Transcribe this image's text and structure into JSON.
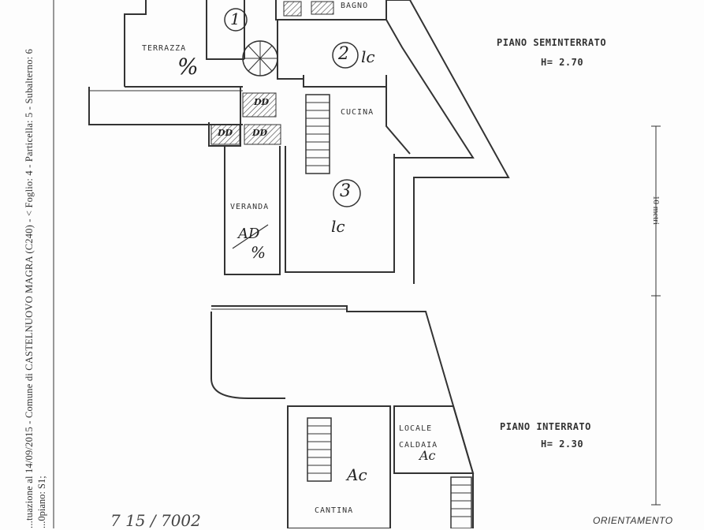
{
  "margin_line_1": "...tuazione al 14/09/2015 - Comune di CASTELNUOVO MAGRA (C240) - < Foglio: 4 - Particella: 5 - Subalterno: 6",
  "margin_line_2": "...0piano: S1;",
  "scale_label": "10 metri",
  "floors": {
    "semi": {
      "title": "PIANO SEMINTERRATO",
      "height": "H= 2.70"
    },
    "under": {
      "title": "PIANO INTERRATO",
      "height": "H= 2.30"
    }
  },
  "rooms": {
    "terrazza": "TERRAZZA",
    "bagno": "BAGNO",
    "cucina": "CUCINA",
    "veranda": "VERANDA",
    "cantina": "CANTINA",
    "locale": "LOCALE",
    "caldaia": "CALDAIA"
  },
  "annotations": {
    "n1": "1",
    "n2": "2",
    "n3": "3",
    "lc2": "lc",
    "lc3": "lc",
    "terrazza_mark": "%",
    "veranda_mark": "AD",
    "veranda_mark2": "%",
    "cantina_mark": "Ac",
    "caldaia_mark": "Ac",
    "dd1": "DD",
    "dd2": "DD",
    "dd3": "DD"
  },
  "footer_stamp": "7 15 / 7002",
  "orientation": "ORIENTAMENTO"
}
